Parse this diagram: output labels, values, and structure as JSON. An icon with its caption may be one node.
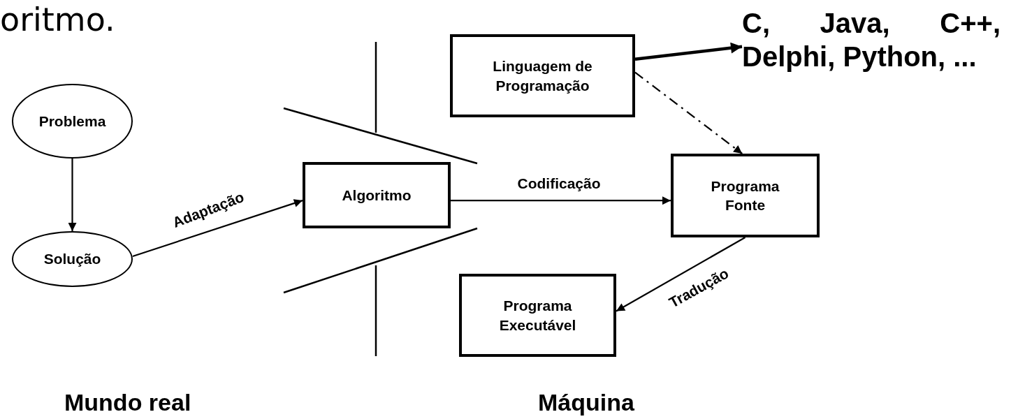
{
  "diagram": {
    "nodes": [
      {
        "text": [
          "Problema"
        ]
      },
      {
        "text": [
          "Solução"
        ]
      },
      {
        "text": [
          "Algoritmo"
        ]
      },
      {
        "text": [
          "Linguagem de Programação"
        ]
      },
      {
        "text": [
          "C, Java, C++, Delphi, Python, ..."
        ]
      },
      {
        "text": [
          "Programa Fonte"
        ]
      },
      {
        "text": [
          "Programa Executável"
        ]
      }
    ],
    "edges": [
      {
        "from": 0,
        "to": 1,
        "arrow": "to"
      },
      {
        "from": 1,
        "to": 2,
        "arrow": "to",
        "label": "Adaptação"
      },
      {
        "from": 2,
        "to": 5,
        "arrow": "to",
        "label": "Codificação"
      },
      {
        "from": 3,
        "to": 4,
        "arrow": "to",
        "style": "thick"
      },
      {
        "from": 3,
        "to": 5,
        "arrow": "to",
        "style": "dashed"
      },
      {
        "from": 5,
        "to": 6,
        "arrow": "to",
        "label": "Tradução"
      }
    ],
    "labels": [
      "oritmo.",
      "Mundo real",
      "Máquina"
    ]
  }
}
